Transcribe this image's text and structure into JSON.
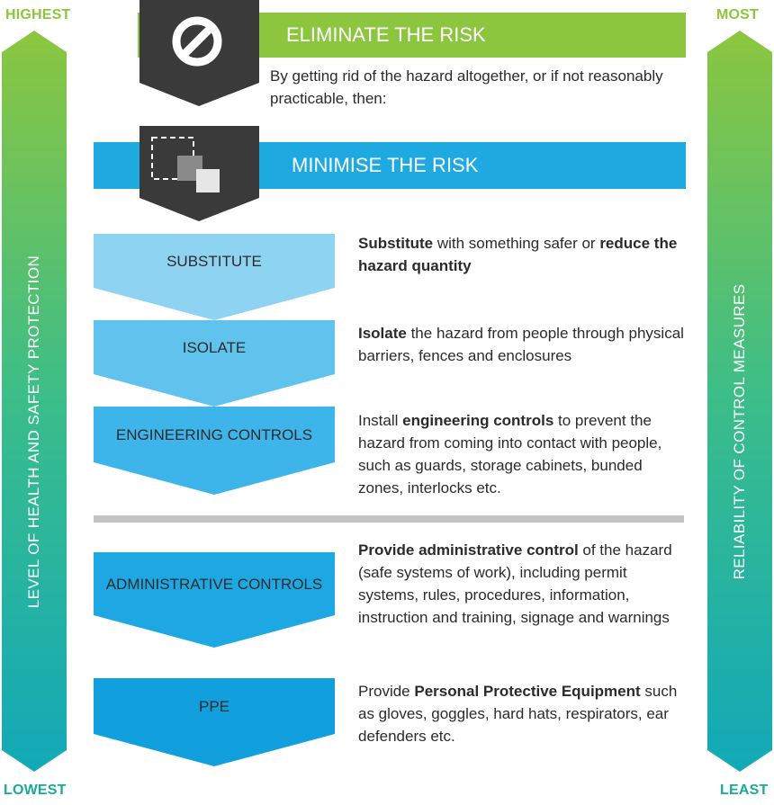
{
  "corners": {
    "top_left": "HIGHEST",
    "top_right": "MOST",
    "bottom_left": "LOWEST",
    "bottom_right": "LEAST"
  },
  "side_arrows": {
    "left_label": "LEVEL OF HEALTH AND SAFETY PROTECTION",
    "right_label": "RELIABILITY OF CONTROL MEASURES"
  },
  "eliminate": {
    "title": "ELIMINATE THE RISK",
    "text": "By getting rid of the hazard altogether, or if not reasonably practicable, then:",
    "icon": "prohibited-icon",
    "color": "#8cc63f"
  },
  "minimise": {
    "title": "MINIMISE THE RISK",
    "icon": "substitute-squares-icon",
    "color": "#1eaae1"
  },
  "controls": [
    {
      "label": "SUBSTITUTE",
      "color": "#8ed3f2",
      "desc": [
        {
          "t": "Substitute",
          "b": true
        },
        {
          "t": " with something safer or ",
          "b": false
        },
        {
          "t": "reduce the hazard quantity",
          "b": true
        }
      ]
    },
    {
      "label": "ISOLATE",
      "color": "#5fc3ee",
      "desc": [
        {
          "t": "Isolate",
          "b": true
        },
        {
          "t": " the hazard from people through physical barriers, fences and enclosures",
          "b": false
        }
      ]
    },
    {
      "label": "ENGINEERING CONTROLS",
      "color": "#3db5ea",
      "desc": [
        {
          "t": "Install ",
          "b": false
        },
        {
          "t": "engineering controls",
          "b": true
        },
        {
          "t": " to prevent the hazard from coming into contact with people, such as guards, storage cabinets, bunded zones, interlocks etc.",
          "b": false
        }
      ]
    },
    {
      "label": "ADMINISTRATIVE CONTROLS",
      "color": "#1ea8e3",
      "desc": [
        {
          "t": "Provide administrative control",
          "b": true
        },
        {
          "t": " of the hazard (safe systems of work), including permit systems, rules, procedures, information, instruction and training, signage and warnings",
          "b": false
        }
      ]
    },
    {
      "label": "PPE",
      "color": "#129fdd",
      "desc": [
        {
          "t": "Provide ",
          "b": false
        },
        {
          "t": "Personal Protective Equipment",
          "b": true
        },
        {
          "t": " such as gloves, goggles, hard hats, respirators, ear defenders etc.",
          "b": false
        }
      ]
    }
  ],
  "colors": {
    "green": "#8cc63f",
    "teal": "#1aaa9a",
    "blue": "#1eaae1",
    "dark": "#3a3a3a",
    "divider": "#c4c4c4"
  }
}
